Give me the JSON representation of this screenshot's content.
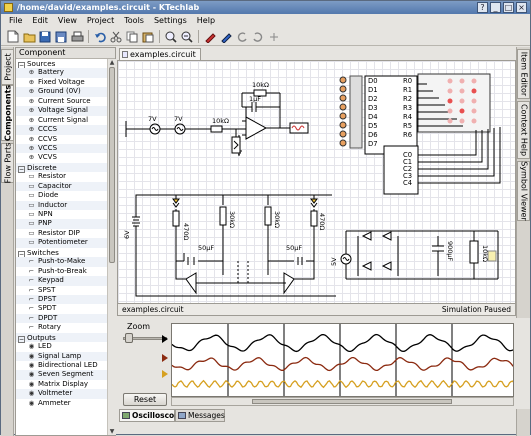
{
  "window": {
    "title": "/home/david/examples.circuit - KTechlab"
  },
  "titlebar": {
    "buttons": [
      "?",
      "_",
      "□",
      "×"
    ]
  },
  "menu": [
    "File",
    "Edit",
    "View",
    "Project",
    "Tools",
    "Settings",
    "Help"
  ],
  "left_tabs": [
    "Project",
    "Components",
    "Flow Parts"
  ],
  "right_tabs": [
    "Item Editor",
    "Context Help",
    "Symbol Viewer"
  ],
  "component_panel": {
    "header": "Component",
    "rows": [
      {
        "kind": "cat",
        "label": "Sources"
      },
      {
        "kind": "item",
        "label": "Battery"
      },
      {
        "kind": "item",
        "label": "Fixed Voltage"
      },
      {
        "kind": "item",
        "label": "Ground (0V)"
      },
      {
        "kind": "item",
        "label": "Current Source"
      },
      {
        "kind": "item",
        "label": "Voltage Signal"
      },
      {
        "kind": "item",
        "label": "Current Signal"
      },
      {
        "kind": "item",
        "label": "CCCS"
      },
      {
        "kind": "item",
        "label": "CCVS"
      },
      {
        "kind": "item",
        "label": "VCCS"
      },
      {
        "kind": "item",
        "label": "VCVS"
      },
      {
        "kind": "cat",
        "label": "Discrete"
      },
      {
        "kind": "item",
        "label": "Resistor"
      },
      {
        "kind": "item",
        "label": "Capacitor"
      },
      {
        "kind": "item",
        "label": "Diode"
      },
      {
        "kind": "item",
        "label": "Inductor"
      },
      {
        "kind": "item",
        "label": "NPN"
      },
      {
        "kind": "item",
        "label": "PNP"
      },
      {
        "kind": "item",
        "label": "Resistor DIP"
      },
      {
        "kind": "item",
        "label": "Potentiometer"
      },
      {
        "kind": "cat",
        "label": "Switches"
      },
      {
        "kind": "item",
        "label": "Push-to-Make"
      },
      {
        "kind": "item",
        "label": "Push-to-Break"
      },
      {
        "kind": "item",
        "label": "Keypad"
      },
      {
        "kind": "item",
        "label": "SPST"
      },
      {
        "kind": "item",
        "label": "DPST"
      },
      {
        "kind": "item",
        "label": "SPDT"
      },
      {
        "kind": "item",
        "label": "DPDT"
      },
      {
        "kind": "item",
        "label": "Rotary"
      },
      {
        "kind": "cat",
        "label": "Outputs"
      },
      {
        "kind": "item",
        "label": "LED"
      },
      {
        "kind": "item",
        "label": "Signal Lamp"
      },
      {
        "kind": "item",
        "label": "Bidirectional LED"
      },
      {
        "kind": "item",
        "label": "Seven Segment"
      },
      {
        "kind": "item",
        "label": "Matrix Display"
      },
      {
        "kind": "item",
        "label": "Voltmeter"
      },
      {
        "kind": "item",
        "label": "Ammeter"
      }
    ]
  },
  "document": {
    "tab_label": "examples.circuit",
    "status_left": "examples.circuit",
    "status_right": "Simulation Paused"
  },
  "circuit_labels": {
    "src1": "7V",
    "src2": "7V",
    "r_top": "10kΩ",
    "c_top": "1μF",
    "r_in": "10kΩ",
    "r1": "470Ω",
    "r2": "30kΩ",
    "r3": "30kΩ",
    "r4": "470Ω",
    "c1": "50μF",
    "c2": "50μF",
    "bat": "6V",
    "bat2": "5V",
    "cap_big": "900μF",
    "r_right": "10kΩ",
    "d_pins": [
      "D0",
      "D1",
      "D2",
      "D3",
      "D4",
      "D5",
      "D6",
      "D7"
    ],
    "r_pins": [
      "R0",
      "R1",
      "R2",
      "R3",
      "R4",
      "R5",
      "R6"
    ],
    "c_pins": [
      "C0",
      "C1",
      "C2",
      "C3",
      "C4"
    ]
  },
  "oscilloscope": {
    "zoom_label": "Zoom",
    "reset_label": "Reset",
    "trace_colors": [
      "#000000",
      "#8b2a10",
      "#d6a020"
    ],
    "grid_color": "#000000"
  },
  "bottom_tabs": [
    "Oscilloscope",
    "Messages"
  ]
}
